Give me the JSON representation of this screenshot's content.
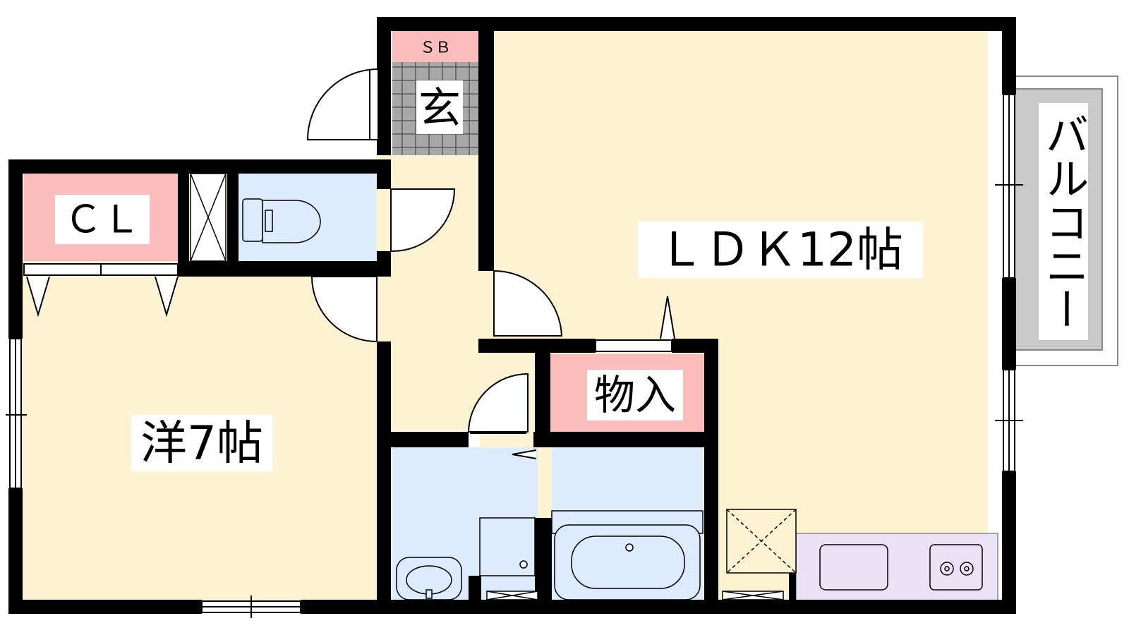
{
  "floor_plan": {
    "rooms": {
      "ldk": {
        "label": "ＬＤＫ12帖",
        "color": "#fdf2d2"
      },
      "western": {
        "label": "洋7帖",
        "color": "#fdf2d2"
      },
      "entrance": {
        "label": "玄",
        "color": "#a6a6a6"
      },
      "shoe_box": {
        "label": "ＳＢ",
        "color": "#fbbcbc"
      },
      "closet": {
        "label": "ＣＬ",
        "color": "#fbbcbc"
      },
      "storage": {
        "label": "物入",
        "color": "#fbbcbc"
      },
      "balcony": {
        "label": "バルコニー",
        "color": "#c9c9c9"
      }
    },
    "colors": {
      "wall": "#000000",
      "wet_area": "#dcebfd",
      "kitchen": "#ece2f6",
      "hall": "#fdf2d2"
    }
  }
}
